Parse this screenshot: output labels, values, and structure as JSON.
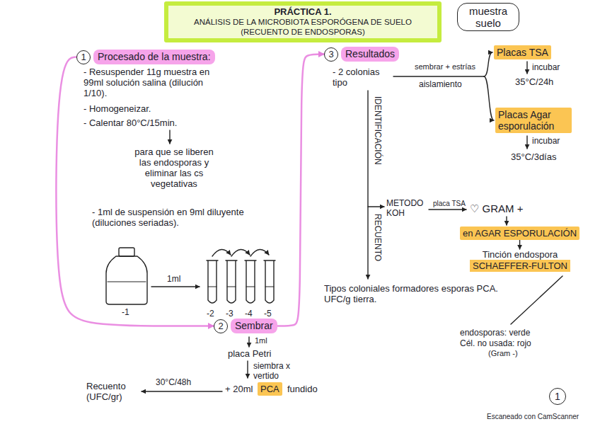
{
  "diagram": {
    "nodes": [
      {
        "text": [
          "PRÁCTICA 1.",
          "ANÁLISIS DE LA MICROBIOTA ESPORÓGENA DE SUELO (RECUENTO DE ENDOSPORAS)"
        ]
      },
      {
        "text": [
          "muestra suelo"
        ]
      },
      {
        "text": [
          "1",
          "Procesado de la muestra:"
        ]
      },
      {
        "text": [
          "3",
          "Resultados"
        ]
      },
      {
        "text": [
          "Placas TSA"
        ]
      },
      {
        "text": [
          "Placas Agar esporulación"
        ]
      },
      {
        "text": [
          "en AGAR ESPORULACIÓN"
        ]
      },
      {
        "text": [
          "Tinción endospora",
          "SCHAEFFER-FULTON"
        ]
      },
      {
        "text": [
          "2",
          "Sembrar"
        ]
      },
      {
        "text": [
          "PCA"
        ]
      },
      {
        "text": [
          "1"
        ]
      }
    ],
    "edges": [
      {
        "from": 2,
        "to": 8,
        "arrow": "to"
      },
      {
        "from": 8,
        "to": 3,
        "arrow": "to"
      },
      {
        "from": 6,
        "to": 7,
        "arrow": "to"
      }
    ],
    "labels": [
      "- Resuspender 11g muestra en 99ml solución salina (dilución 1/10).",
      "- Homogeneizar.",
      "- Calentar 80°C/15min.",
      "para que se liberen las endosporas y eliminar las cs vegetativas",
      "- 1ml de suspensión en 9ml diluyente (diluciones seriadas).",
      "-1",
      "1ml",
      "-2",
      "-3",
      "-4",
      "-5",
      "1ml",
      "placa Petri",
      "siembra x vertido",
      "+ 20ml",
      "fundido",
      "30°C/48h",
      "Recuento (UFC/gr)",
      "- 2 colonias tipo",
      "sembrar + estrías",
      "aislamiento",
      "incubar",
      "35°C/24h",
      "incubar",
      "35°C/3días",
      "IDENTIFICACIÓN",
      "RECUENTO",
      "METODO KOH",
      "placa TSA",
      "♡ GRAM +",
      "endosporas: verde",
      "Cél. no usada: rojo",
      "(Gram -)",
      "Tipos coloniales formadores esporas PCA. UFC/g tierra.",
      "Escaneado con CamScanner"
    ]
  }
}
